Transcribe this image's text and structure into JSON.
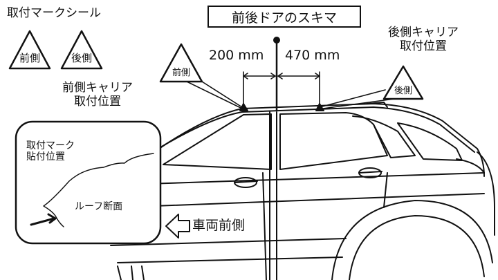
{
  "legend": {
    "title": "取付マークシール",
    "marks": [
      "前側",
      "後側"
    ]
  },
  "header": {
    "title": "前後ドアのスキマ"
  },
  "dimensions": {
    "front": "200 mm",
    "rear": "470 mm"
  },
  "labels": {
    "rear_carrier_line1": "後側キャリア",
    "rear_carrier_line2": "取付位置",
    "front_carrier_line1": "前側キャリア",
    "front_carrier_line2": "取付位置",
    "front_mark": "前側",
    "rear_mark": "後側",
    "vehicle_front": "車両前側"
  },
  "inset": {
    "mark_line1": "取付マーク",
    "mark_line2": "貼付位置",
    "roof_section": "ルーフ断面"
  }
}
